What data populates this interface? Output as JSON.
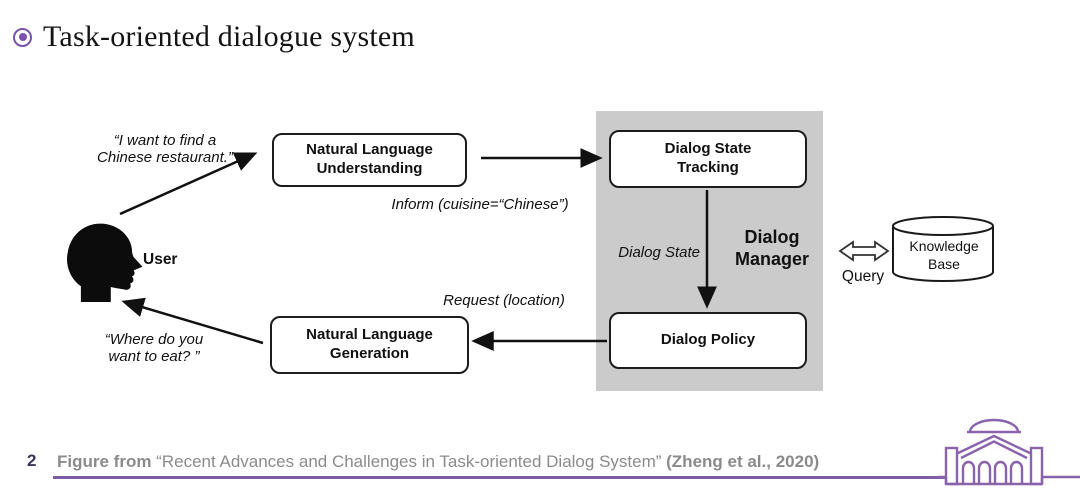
{
  "slide": {
    "title": "Task-oriented dialogue system"
  },
  "diagram": {
    "user": {
      "label": "User",
      "utterance_in": {
        "line1": "“I want to find a",
        "line2": "Chinese restaurant.”"
      },
      "utterance_out": {
        "line1": "“Where do you",
        "line2": "want to eat? ”"
      }
    },
    "boxes": {
      "nlu": {
        "line1": "Natural Language",
        "line2": "Understanding"
      },
      "dst": {
        "line1": "Dialog State",
        "line2": "Tracking"
      },
      "nlg": {
        "line1": "Natural Language",
        "line2": "Generation"
      },
      "policy": {
        "label": "Dialog Policy"
      }
    },
    "labels": {
      "inform": "Inform (cuisine=“Chinese”)",
      "dialog_state": "Dialog State",
      "request": "Request (location)",
      "query": "Query"
    },
    "manager": {
      "line1": "Dialog",
      "line2": "Manager"
    },
    "knowledge_base": {
      "line1": "Knowledge",
      "line2": "Base"
    },
    "icons": {
      "user": "user-head-icon",
      "knowledge_base": "database-cylinder-icon",
      "query": "double-arrow-icon"
    }
  },
  "footer": {
    "page_number": "2",
    "prefix": "Figure from ",
    "quote": "“Recent Advances and Challenges in Task-oriented Dialog System” ",
    "citation": "(Zheng et al., 2020)",
    "logo": "rotunda-logo"
  },
  "colors": {
    "accent_purple": "#7d5ba6",
    "bullet_purple": "#7b52ab",
    "panel_gray": "#cbcbcb",
    "page_number": "#39355e",
    "footer_gray": "#8b8b8b"
  }
}
